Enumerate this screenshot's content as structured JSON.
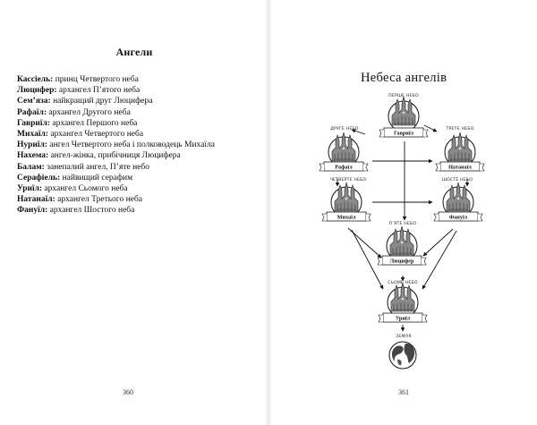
{
  "left_page": {
    "title": "Ангели",
    "entries": [
      {
        "name": "Кассіель:",
        "desc": "принц Четвертого неба"
      },
      {
        "name": "Люцифер:",
        "desc": "архангел П’ятого неба"
      },
      {
        "name": "Сем’яза:",
        "desc": "найкращий друг Люцифера"
      },
      {
        "name": "Рафаїл:",
        "desc": "архангел Другого неба"
      },
      {
        "name": "Гавриїл:",
        "desc": "архангел Першого неба"
      },
      {
        "name": "Михаїл:",
        "desc": "архангел Четвертого неба"
      },
      {
        "name": "Нуриїл:",
        "desc": "ангел Четвертого неба і полководець Михаїла"
      },
      {
        "name": "Нахема:",
        "desc": "ангел-жінка, прибічниця Люцифера"
      },
      {
        "name": "Балам:",
        "desc": "занепалий ангел, П’яте небо"
      },
      {
        "name": "Серафіель:",
        "desc": "найвищий серафим"
      },
      {
        "name": "Уриїл:",
        "desc": "архангел Сьомого неба"
      },
      {
        "name": "Натанаїл:",
        "desc": "архангел Третього неба"
      },
      {
        "name": "Фануїл:",
        "desc": "архангел Шостого неба"
      }
    ],
    "page_number": "360"
  },
  "right_page": {
    "title": "Небеса ангелів",
    "page_number": "361",
    "heavens": {
      "first": {
        "heaven": "ПЕРШЕ НЕБО",
        "angel": "Гавриїл"
      },
      "second": {
        "heaven": "ДРУГЕ НЕБО",
        "angel": "Рафаїл"
      },
      "third": {
        "heaven": "ТРЕТЄ НЕБО",
        "angel": "Натанаїл"
      },
      "fourth": {
        "heaven": "ЧЕТВЕРТЕ НЕБО",
        "angel": "Михаїл"
      },
      "fifth": {
        "heaven": "П’ЯТЕ НЕБО",
        "angel": "Люцифер"
      },
      "sixth": {
        "heaven": "ШОСТЕ НЕБО",
        "angel": "Фануїл"
      },
      "seventh": {
        "heaven": "СЬОМЕ НЕБО",
        "angel": "Уриїл"
      },
      "earth": {
        "heaven": "ЗЕМЛЯ"
      }
    }
  }
}
